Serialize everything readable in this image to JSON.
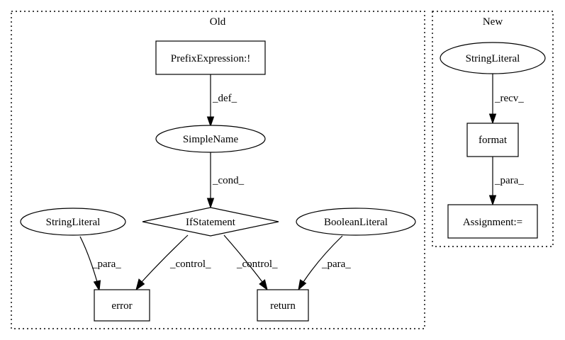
{
  "clusters": {
    "old": {
      "label": "Old"
    },
    "new": {
      "label": "New"
    }
  },
  "nodes": {
    "prefix_expression": "PrefixExpression:!",
    "simple_name": "SimpleName",
    "if_statement": "IfStatement",
    "string_literal_old": "StringLiteral",
    "boolean_literal": "BooleanLiteral",
    "error": "error",
    "return": "return",
    "string_literal_new": "StringLiteral",
    "format": "format",
    "assignment": "Assignment:="
  },
  "edges": {
    "def": "_def_",
    "cond": "_cond_",
    "para_error": "_para_",
    "control_error": "_control_",
    "control_return": "_control_",
    "para_return": "_para_",
    "recv": "_recv_",
    "para_assignment": "_para_"
  }
}
